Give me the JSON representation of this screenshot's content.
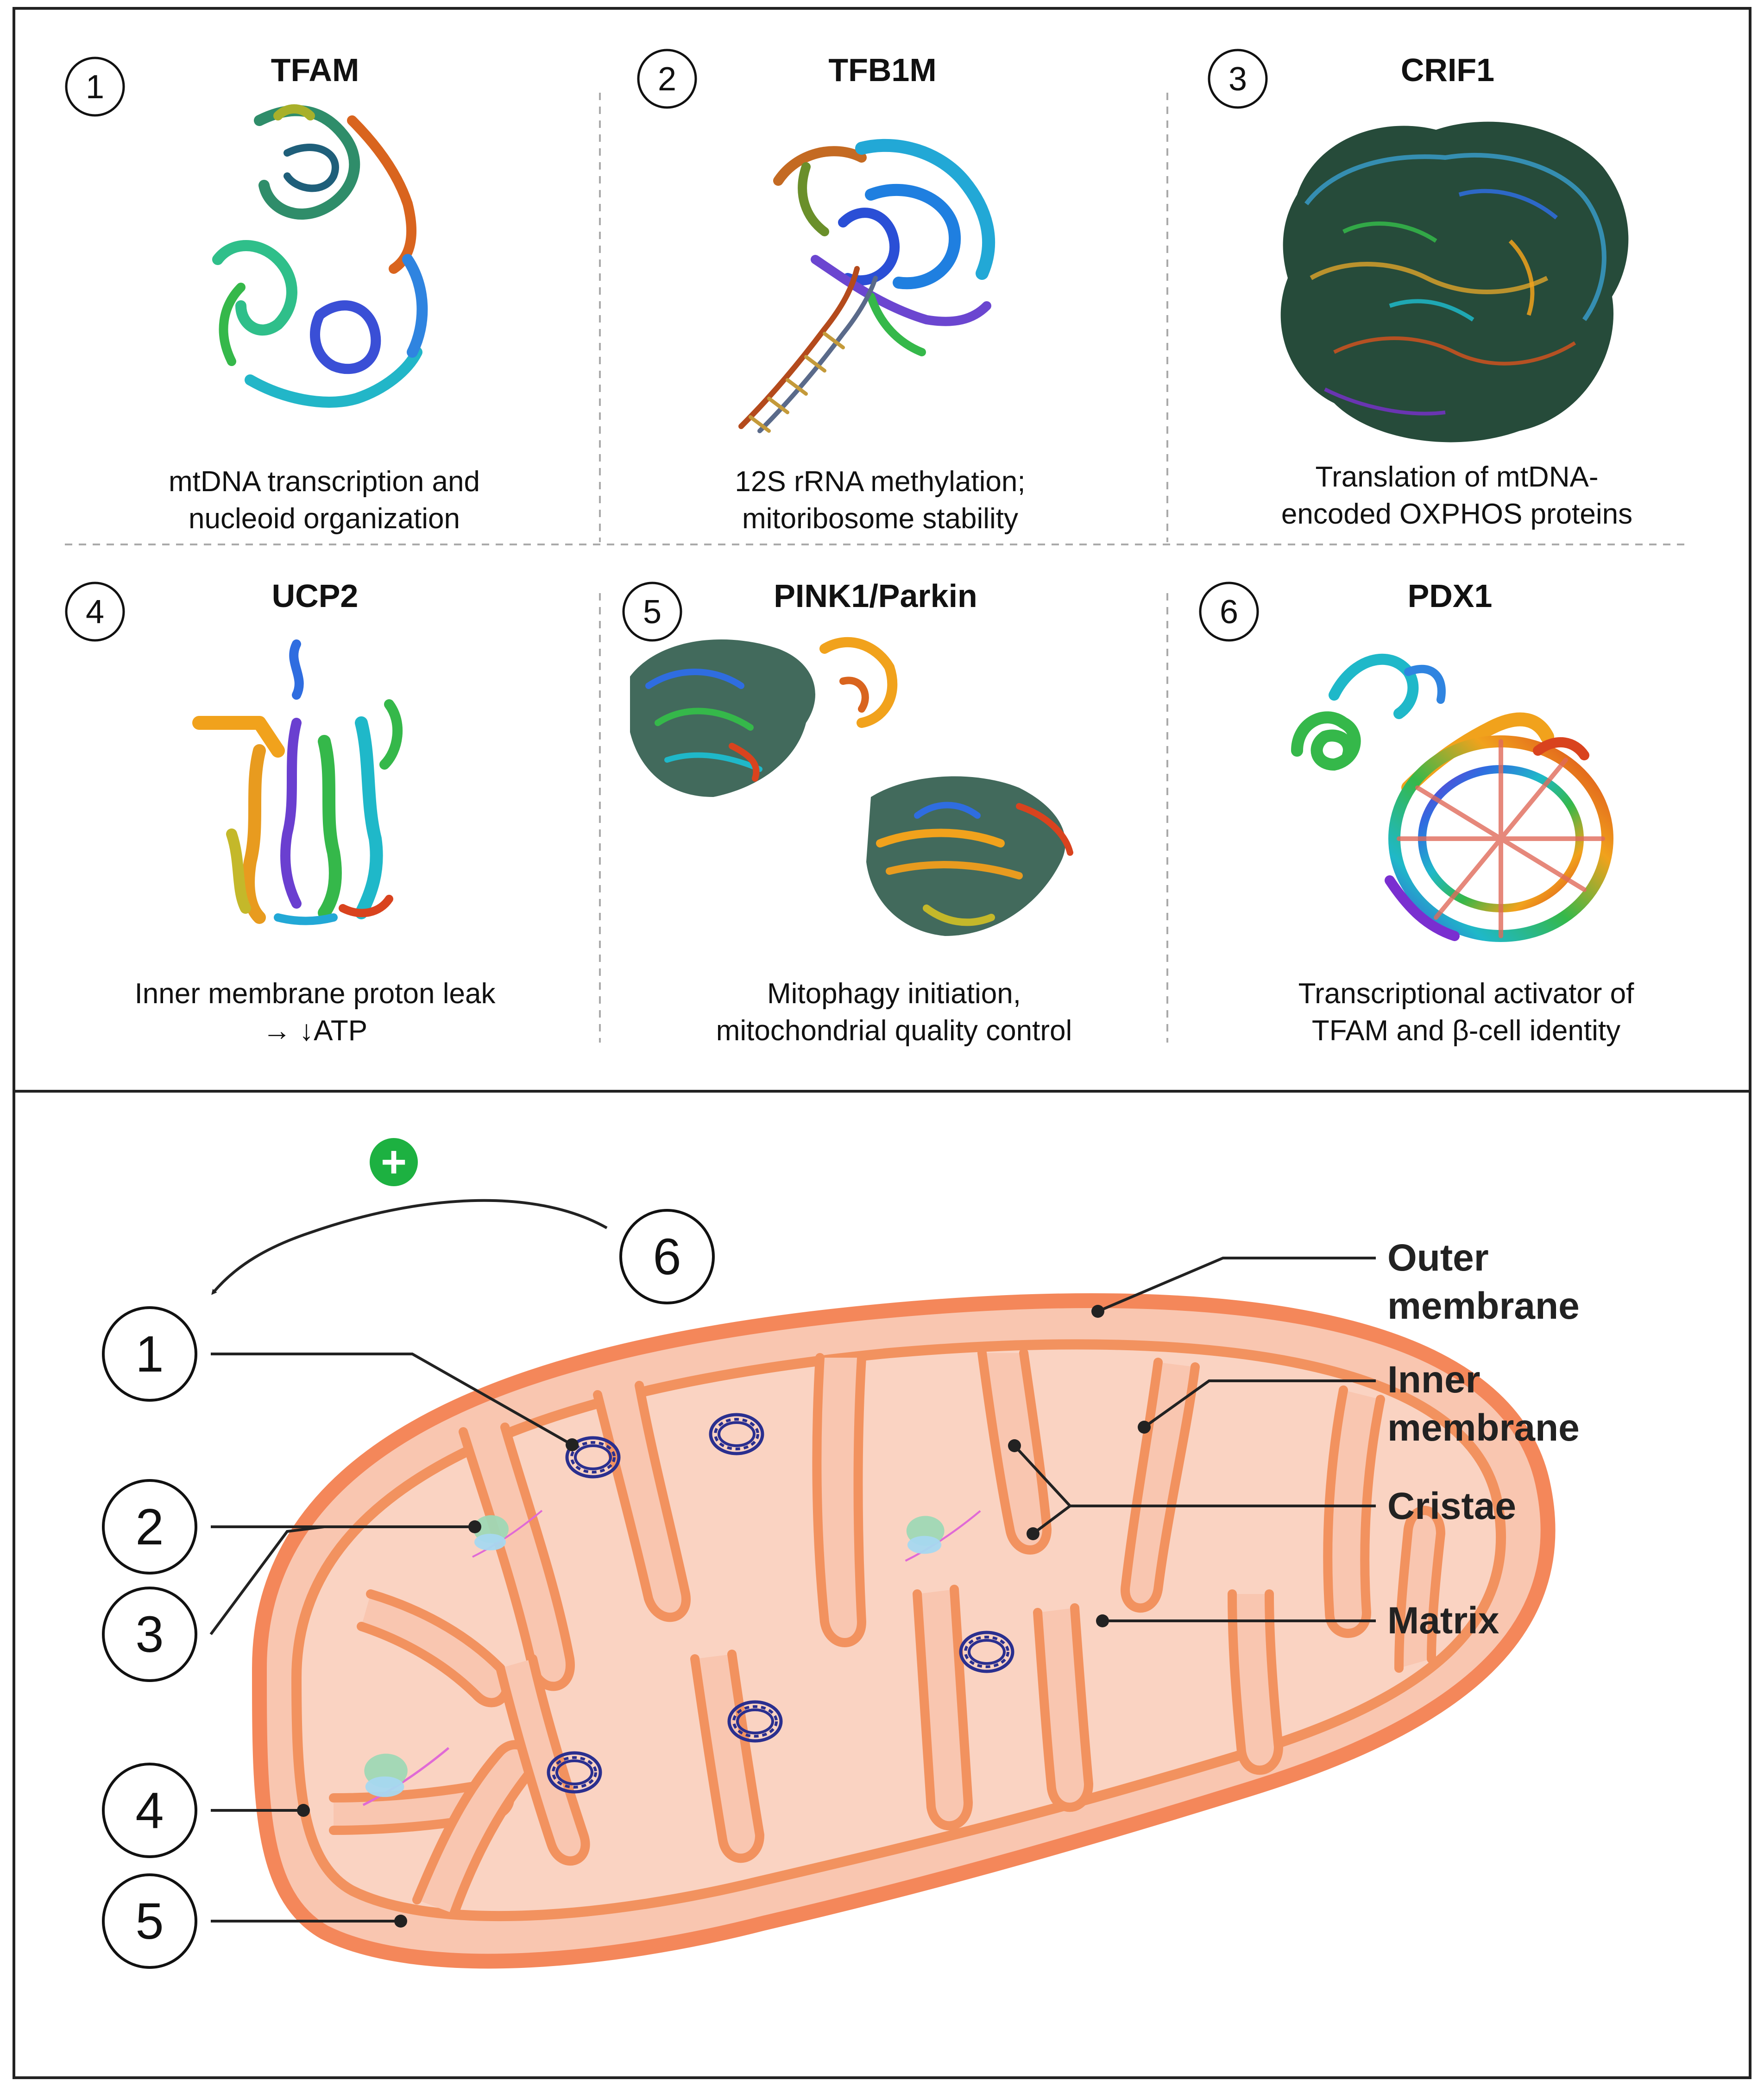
{
  "panels": [
    {
      "num": "1",
      "title": "TFAM",
      "desc1": "mtDNA transcription and",
      "desc2": "nucleoid organization",
      "icon": "tfam-structure"
    },
    {
      "num": "2",
      "title": "TFB1M",
      "desc1": "12S rRNA methylation;",
      "desc2": "mitoribosome stability",
      "icon": "tfb1m-structure"
    },
    {
      "num": "3",
      "title": "CRIF1",
      "desc1": "Translation of mtDNA-",
      "desc2": "encoded OXPHOS proteins",
      "icon": "crif1-structure"
    },
    {
      "num": "4",
      "title": "UCP2",
      "desc1": "Inner membrane proton leak",
      "desc2": "→ ↓ATP",
      "icon": "ucp2-structure"
    },
    {
      "num": "5",
      "title": "PINK1/Parkin",
      "desc1": "Mitophagy initiation,",
      "desc2": "mitochondrial quality control",
      "icon": "pink1-parkin-structure"
    },
    {
      "num": "6",
      "title": "PDX1",
      "desc1": "Transcriptional activator of",
      "desc2": "TFAM and β-cell identity",
      "icon": "pdx1-structure"
    }
  ],
  "diagram": {
    "plus_symbol": "+",
    "markers": [
      "1",
      "2",
      "3",
      "4",
      "5",
      "6"
    ],
    "labels": {
      "outer1": "Outer",
      "outer2": "membrane",
      "inner1": "Inner",
      "inner2": "membrane",
      "cristae": "Cristae",
      "matrix": "Matrix"
    }
  },
  "colors": {
    "outer_membrane": "#f4875a",
    "matrix_fill": "#f9c6b0",
    "plus_green": "#1db141",
    "dna_blue": "#2a2f8f"
  }
}
